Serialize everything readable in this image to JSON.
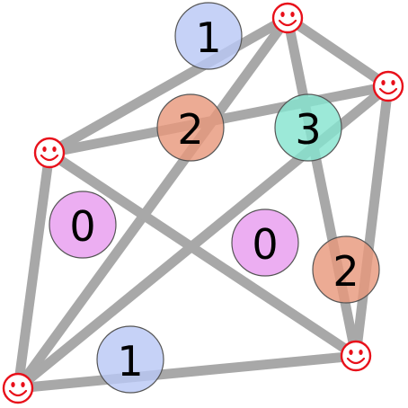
{
  "colors": {
    "background": "#ffffff",
    "edge": "#a8a8a8",
    "smiley": "#e8101a",
    "label_text": "#000000",
    "count_0_fill": "#e89cef",
    "count_1_fill": "#b9c8f5",
    "count_2_fill": "#e8997c",
    "count_3_fill": "#86e4d0"
  },
  "nodes": [
    {
      "id": "n-top",
      "icon": "smiley-face-icon"
    },
    {
      "id": "n-right",
      "icon": "smiley-face-icon"
    },
    {
      "id": "n-left",
      "icon": "smiley-face-icon"
    },
    {
      "id": "n-bottom-right",
      "icon": "smiley-face-icon"
    },
    {
      "id": "n-bottom-left",
      "icon": "smiley-face-icon"
    }
  ],
  "edges": [
    [
      "n-top",
      "n-right"
    ],
    [
      "n-top",
      "n-left"
    ],
    [
      "n-top",
      "n-bottom-left"
    ],
    [
      "n-top",
      "n-bottom-right"
    ],
    [
      "n-right",
      "n-left"
    ],
    [
      "n-right",
      "n-bottom-right"
    ],
    [
      "n-right",
      "n-bottom-left"
    ],
    [
      "n-left",
      "n-bottom-left"
    ],
    [
      "n-left",
      "n-bottom-right"
    ],
    [
      "n-bottom-left",
      "n-bottom-right"
    ]
  ],
  "faces": [
    {
      "label": "1",
      "fill_key": "count_1_fill"
    },
    {
      "label": "2",
      "fill_key": "count_2_fill"
    },
    {
      "label": "3",
      "fill_key": "count_3_fill"
    },
    {
      "label": "0",
      "fill_key": "count_0_fill"
    },
    {
      "label": "0",
      "fill_key": "count_0_fill"
    },
    {
      "label": "2",
      "fill_key": "count_2_fill"
    },
    {
      "label": "1",
      "fill_key": "count_1_fill"
    }
  ]
}
